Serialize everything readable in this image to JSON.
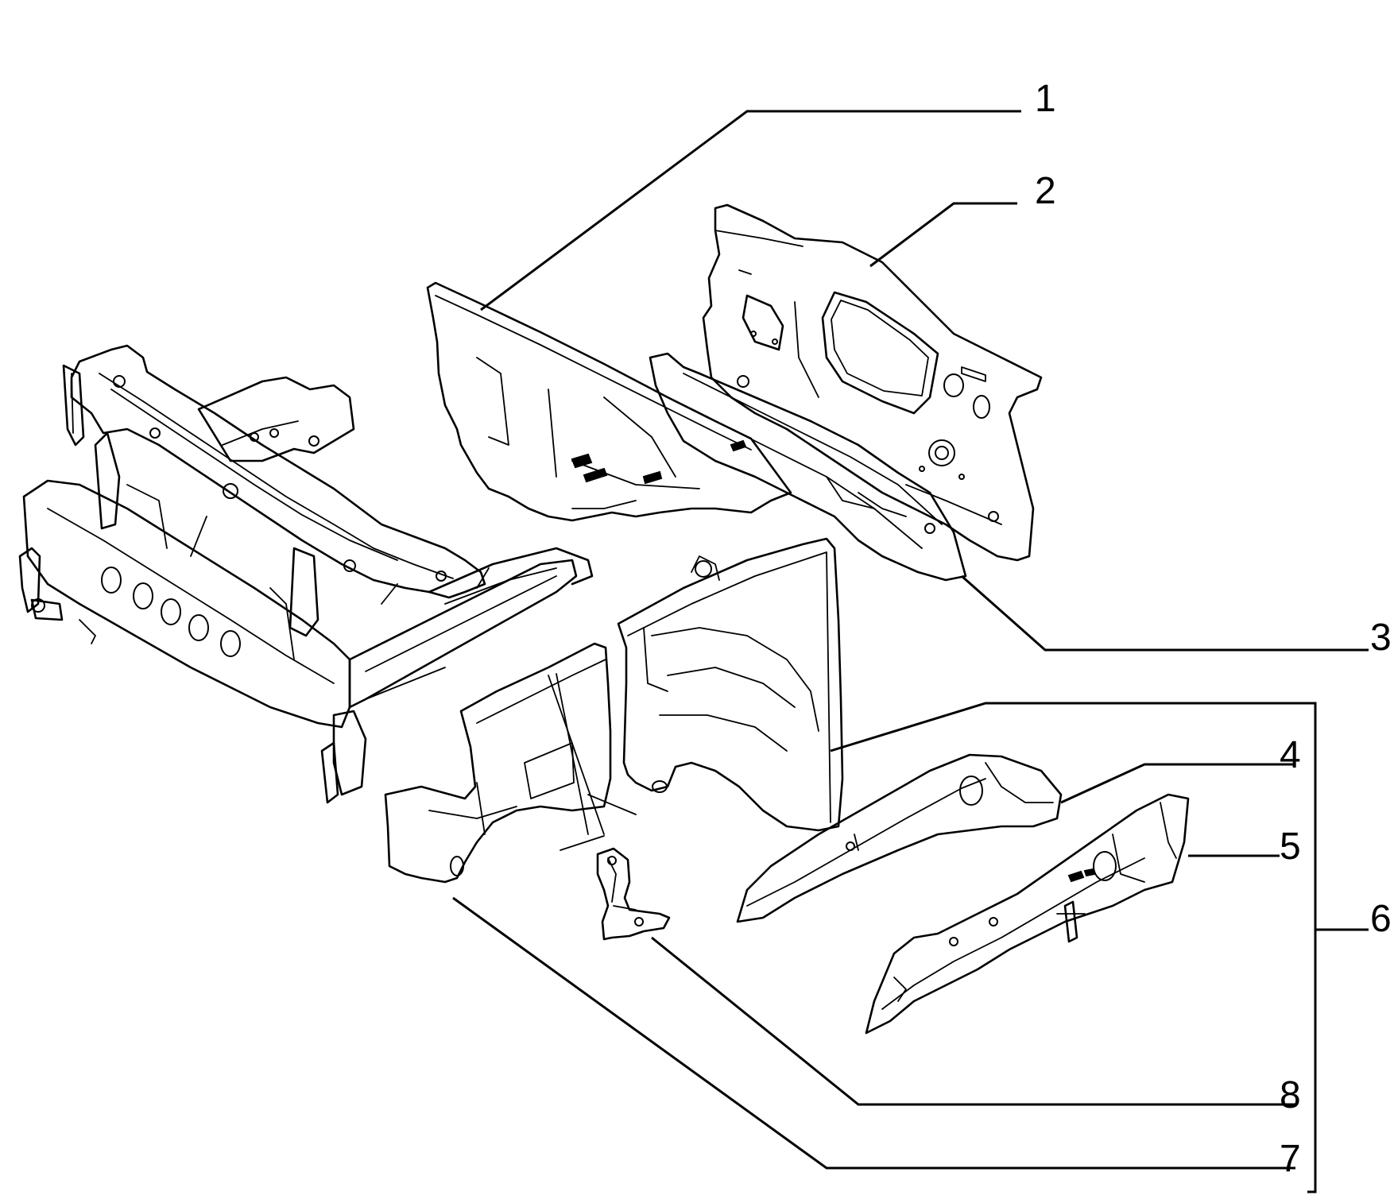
{
  "callouts": [
    "1",
    "2",
    "3",
    "4",
    "5",
    "6",
    "7",
    "8"
  ]
}
